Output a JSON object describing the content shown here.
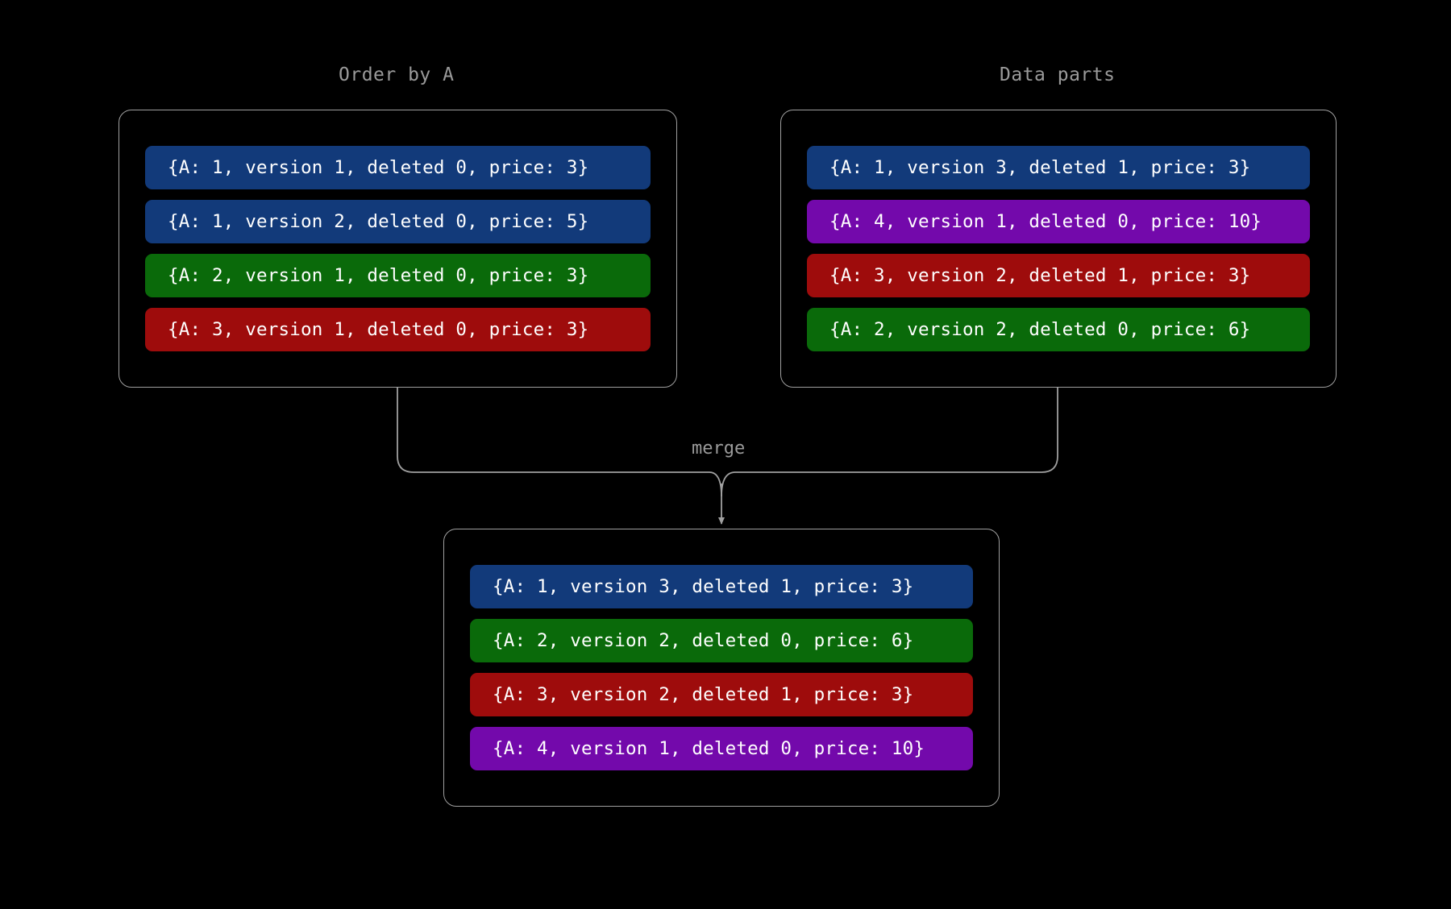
{
  "canvas": {
    "background": "#000000",
    "line_color": "#a0a0a0",
    "label_color": "#9a9a9a",
    "text_color": "#ffffff"
  },
  "palette": {
    "blue": "#123a7a",
    "green": "#0a6a0a",
    "red": "#9e0c0c",
    "purple": "#7309ab"
  },
  "panels": {
    "order_by_a": {
      "title": "Order by A",
      "rows": [
        {
          "label": "{A: 1, version 1, deleted 0, price: 3}",
          "color": "#123a7a",
          "color_name": "blue",
          "a": 1,
          "version": 1,
          "deleted": 0,
          "price": 3
        },
        {
          "label": "{A: 1, version 2, deleted 0, price: 5}",
          "color": "#123a7a",
          "color_name": "blue",
          "a": 1,
          "version": 2,
          "deleted": 0,
          "price": 5
        },
        {
          "label": "{A: 2, version 1, deleted 0, price: 3}",
          "color": "#0a6a0a",
          "color_name": "green",
          "a": 2,
          "version": 1,
          "deleted": 0,
          "price": 3
        },
        {
          "label": "{A: 3, version 1, deleted 0, price: 3}",
          "color": "#9e0c0c",
          "color_name": "red",
          "a": 3,
          "version": 1,
          "deleted": 0,
          "price": 3
        }
      ]
    },
    "data_parts": {
      "title": "Data parts",
      "rows": [
        {
          "label": "{A: 1, version 3, deleted 1, price: 3}",
          "color": "#123a7a",
          "color_name": "blue",
          "a": 1,
          "version": 3,
          "deleted": 1,
          "price": 3
        },
        {
          "label": "{A: 4, version 1, deleted 0, price: 10}",
          "color": "#7309ab",
          "color_name": "purple",
          "a": 4,
          "version": 1,
          "deleted": 0,
          "price": 10
        },
        {
          "label": "{A: 3, version 2, deleted 1, price: 3}",
          "color": "#9e0c0c",
          "color_name": "red",
          "a": 3,
          "version": 2,
          "deleted": 1,
          "price": 3
        },
        {
          "label": "{A: 2, version 2, deleted 0, price: 6}",
          "color": "#0a6a0a",
          "color_name": "green",
          "a": 2,
          "version": 2,
          "deleted": 0,
          "price": 6
        }
      ]
    },
    "merged": {
      "title": "",
      "rows": [
        {
          "label": "{A: 1, version 3, deleted 1, price: 3}",
          "color": "#123a7a",
          "color_name": "blue",
          "a": 1,
          "version": 3,
          "deleted": 1,
          "price": 3
        },
        {
          "label": "{A: 2, version 2, deleted 0, price: 6}",
          "color": "#0a6a0a",
          "color_name": "green",
          "a": 2,
          "version": 2,
          "deleted": 0,
          "price": 6
        },
        {
          "label": "{A: 3, version 2, deleted 1, price: 3}",
          "color": "#9e0c0c",
          "color_name": "red",
          "a": 3,
          "version": 2,
          "deleted": 1,
          "price": 3
        },
        {
          "label": "{A: 4, version 1, deleted 0, price: 10}",
          "color": "#7309ab",
          "color_name": "purple",
          "a": 4,
          "version": 1,
          "deleted": 0,
          "price": 10
        }
      ]
    }
  },
  "edges": {
    "merge_label": "merge"
  }
}
